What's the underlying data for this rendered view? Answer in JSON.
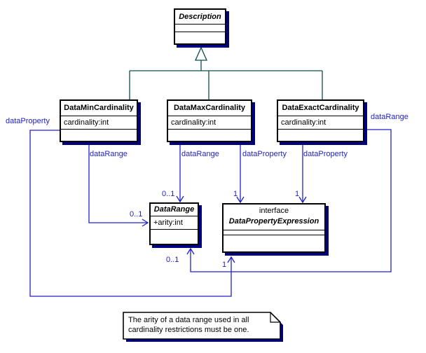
{
  "colors": {
    "association": "#2121cd",
    "generalization": "#0d4d4d",
    "box_shadow": "#000080",
    "box_border": "#000000",
    "background": "#ffffff"
  },
  "classes": {
    "description": {
      "title": "Description"
    },
    "data_min": {
      "title": "DataMinCardinality",
      "attribute": "cardinality:int"
    },
    "data_max": {
      "title": "DataMaxCardinality",
      "attribute": "cardinality:int"
    },
    "data_exact": {
      "title": "DataExactCardinality",
      "attribute": "cardinality:int"
    },
    "data_range": {
      "title": "DataRange",
      "attribute": "+arity:int"
    },
    "data_property_expression": {
      "stereotype": "interface",
      "title": "DataPropertyExpression"
    }
  },
  "edges": {
    "min_data_property": {
      "label": "dataProperty",
      "multiplicity": "1"
    },
    "min_data_range": {
      "label": "dataRange",
      "multiplicity": "0..1"
    },
    "max_data_range": {
      "label": "dataRange",
      "multiplicity": "0..1"
    },
    "max_data_property": {
      "label": "dataProperty",
      "multiplicity": "1"
    },
    "exact_data_property": {
      "label": "dataProperty",
      "multiplicity": "1"
    },
    "exact_data_range": {
      "label": "dataRange",
      "multiplicity": "0..1"
    }
  },
  "note": {
    "line1": "The arity of a data range used in all",
    "line2": "cardinality restrictions must be one."
  }
}
